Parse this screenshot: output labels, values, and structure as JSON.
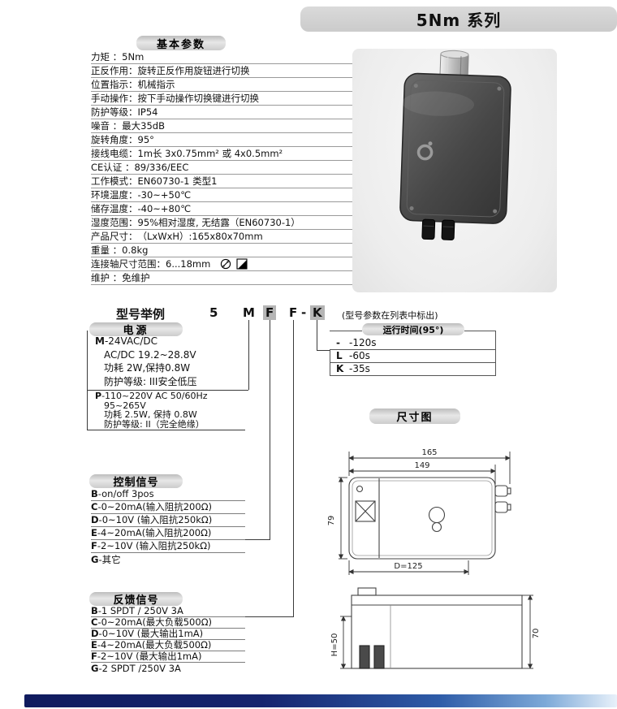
{
  "banner": {
    "title": "5Nm 系列"
  },
  "basic": {
    "header": "基本参数",
    "rows": [
      {
        "label": "力矩 ：",
        "value": "5Nm"
      },
      {
        "label": "正反作用：",
        "value": "旋转正反作用旋钮进行切换"
      },
      {
        "label": "位置指示：",
        "value": "机械指示"
      },
      {
        "label": "手动操作：",
        "value": "按下手动操作切换键进行切换"
      },
      {
        "label": "防护等级：",
        "value": "IP54"
      },
      {
        "label": "噪音 ：",
        "value": "最大35dB"
      },
      {
        "label": "旋转角度：",
        "value": "95°"
      },
      {
        "label": "接线电缆：",
        "value": "1m长 3x0.75mm² 或 4x0.5mm²"
      },
      {
        "label": "CE认证 ：",
        "value": "89/336/EEC"
      },
      {
        "label": "工作模式：",
        "value": "EN60730-1 类型1"
      },
      {
        "label": "环境温度：",
        "value": "-30~+50℃"
      },
      {
        "label": "储存温度：",
        "value": "-40~+80℃"
      },
      {
        "label": "湿度范围：",
        "value": "95%相对湿度, 无结露（EN60730-1）"
      },
      {
        "label": "产品尺寸：",
        "value": "（LxWxH）:165x80x70mm"
      },
      {
        "label": "重量 ：",
        "value": "0.8kg"
      },
      {
        "label": "连接轴尺寸范围：",
        "value": "6...18mm"
      },
      {
        "label": "维护 ：",
        "value": "免维护"
      }
    ]
  },
  "model": {
    "label": "型号举例",
    "code": [
      "5",
      "M",
      "F",
      "F",
      "-",
      "K"
    ],
    "note": "(型号参数在列表中标出)"
  },
  "power": {
    "header": "电源",
    "m_key": "M",
    "m_rest": "-24VAC/DC",
    "m_lines": [
      "AC/DC 19.2~28.8V",
      "功耗 2W,保持0.8W",
      "防护等级: III安全低压"
    ],
    "p_key": "P",
    "p_rest": "-110~220V AC 50/60Hz",
    "p_lines": [
      "95~265V",
      "功耗 2.5W, 保持 0.8W",
      "防护等级: II（完全绝缘）"
    ]
  },
  "runtime": {
    "header": "运行时间(95°)",
    "rows": [
      {
        "key": "-",
        "value": "-120s"
      },
      {
        "key": "L",
        "value": "-60s"
      },
      {
        "key": "K",
        "value": "-35s"
      }
    ]
  },
  "control": {
    "header": "控制信号",
    "rows": [
      {
        "key": "B",
        "rest": "-on/off 3pos"
      },
      {
        "key": "C",
        "rest": "-0~20mA(输入阻抗200Ω)"
      },
      {
        "key": "D",
        "rest": "-0~10V (输入阻抗250kΩ)"
      },
      {
        "key": "E",
        "rest": "-4~20mA(输入阻抗200Ω)"
      },
      {
        "key": "F",
        "rest": "-2~10V (输入阻抗250kΩ)"
      },
      {
        "key": "G",
        "rest": "-其它"
      }
    ]
  },
  "feedback": {
    "header": "反馈信号",
    "rows": [
      {
        "key": "B",
        "rest": "-1 SPDT / 250V 3A"
      },
      {
        "key": "C",
        "rest": "-0~20mA(最大负载500Ω)"
      },
      {
        "key": "D",
        "rest": "-0~10V (最大输出1mA)"
      },
      {
        "key": "E",
        "rest": "-4~20mA(最大负载500Ω)"
      },
      {
        "key": "F",
        "rest": "-2~10V (最大输出1mA)"
      },
      {
        "key": "G",
        "rest": "-2 SPDT /250V 3A"
      }
    ]
  },
  "dims": {
    "header": "尺寸图",
    "overall_width": "165",
    "inner_width": "149",
    "depth": "79",
    "bottom_d": "D=125",
    "h_left": "H=50",
    "h_right": "70"
  },
  "colors": {
    "highlight_gray": "#b5b5b5",
    "tab_gray": "#cccccc",
    "footer_dark_blue": "#101b5e",
    "footer_light_blue": "#e8f1fa"
  }
}
